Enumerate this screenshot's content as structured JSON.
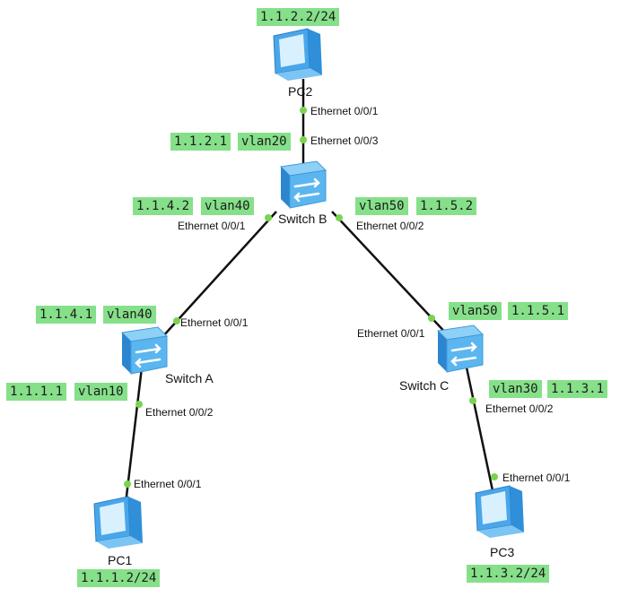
{
  "devices": {
    "pc1": {
      "label": "PC1",
      "ip_tag": "1.1.1.2/24",
      "port": "Ethernet 0/0/1"
    },
    "pc2": {
      "label": "PC2",
      "ip_tag": "1.1.2.2/24",
      "port": "Ethernet 0/0/1"
    },
    "pc3": {
      "label": "PC3",
      "ip_tag": "1.1.3.2/24",
      "port": "Ethernet 0/0/1"
    },
    "switch_a": {
      "label": "Switch A",
      "up_port": "Ethernet 0/0/1",
      "up_ip": "1.1.4.1",
      "up_vlan": "vlan40",
      "down_port": "Ethernet 0/0/2",
      "down_ip": "1.1.1.1",
      "down_vlan": "vlan10"
    },
    "switch_b": {
      "label": "Switch B",
      "top_port": "Ethernet 0/0/3",
      "top_ip": "1.1.2.1",
      "top_vlan": "vlan20",
      "left_port": "Ethernet 0/0/1",
      "left_ip": "1.1.4.2",
      "left_vlan": "vlan40",
      "right_port": "Ethernet 0/0/2",
      "right_vlan": "vlan50",
      "right_ip": "1.1.5.2"
    },
    "switch_c": {
      "label": "Switch C",
      "up_port": "Ethernet 0/0/1",
      "up_vlan": "vlan50",
      "up_ip": "1.1.5.1",
      "down_port": "Ethernet 0/0/2",
      "down_vlan": "vlan30",
      "down_ip": "1.1.3.1"
    }
  },
  "colors": {
    "tag_fill": "#86e08a",
    "port_dot": "#7bd34f",
    "link": "#111111",
    "switch": "#5bb6f0",
    "pc": "#4aa6ea"
  },
  "icons": {
    "pc": "desktop-computer-icon",
    "switch": "network-switch-icon"
  }
}
